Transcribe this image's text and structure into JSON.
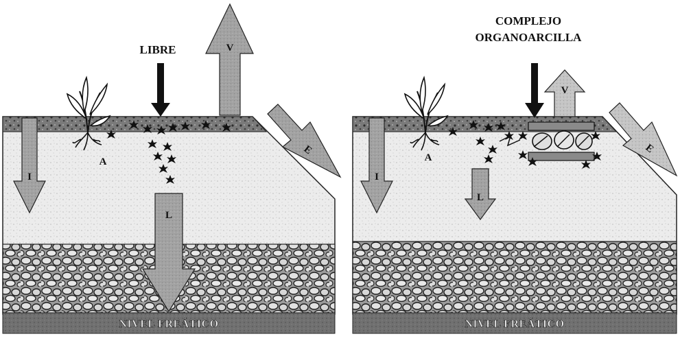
{
  "left_panel": {
    "title": "LIBRE",
    "arrow_v": "V",
    "arrow_e": "E",
    "arrow_i": "I",
    "plant_label": "A",
    "arrow_l": "L",
    "base_label": "NIVEL FREÁTICO"
  },
  "right_panel": {
    "title_line1": "COMPLEJO",
    "title_line2": "ORGANOARCILLA",
    "arrow_v": "V",
    "arrow_e": "E",
    "arrow_i": "I",
    "plant_label": "A",
    "arrow_l": "L",
    "base_label": "NIVEL FREÁTICO"
  },
  "colors": {
    "soil_light": "#e9e9e9",
    "topsoil": "#6f6f6f",
    "gravel": "#a9a9a9",
    "water_table": "#6b6b6b",
    "arrow_fill": "#9a9a9a",
    "arrow_fill_light": "#bdbdbd"
  }
}
